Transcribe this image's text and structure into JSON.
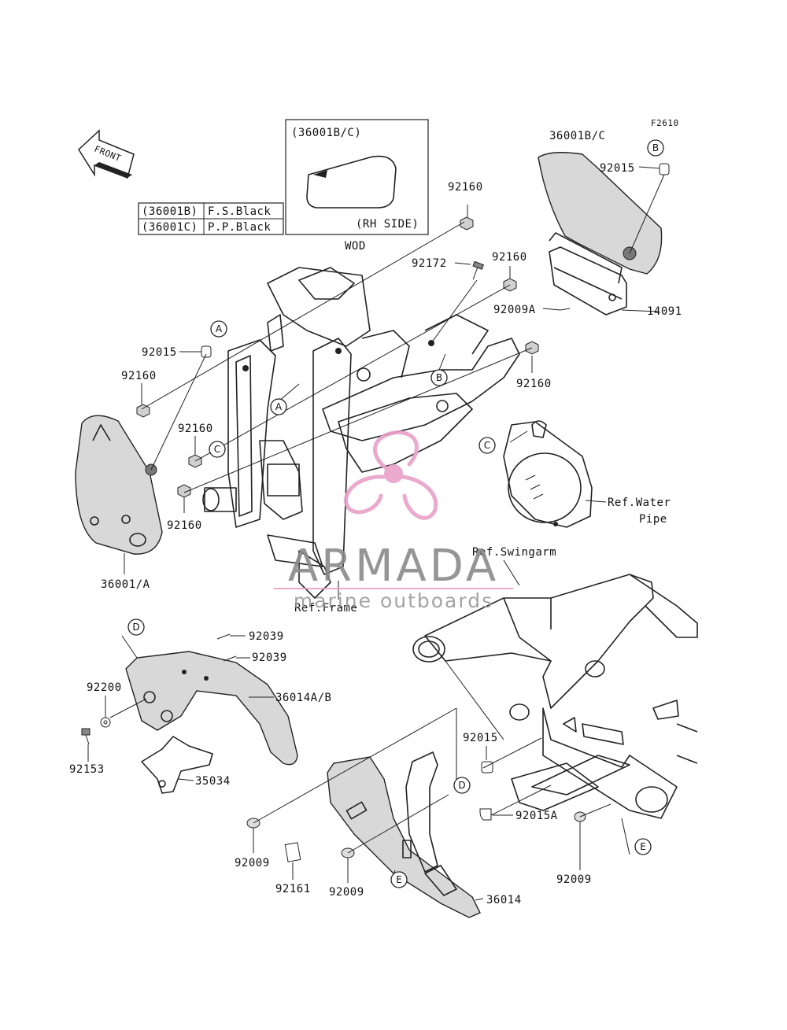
{
  "diagram_code": "F2610",
  "front_label": "FRONT",
  "inset": {
    "title": "(36001B/C)",
    "note": "(RH SIDE)"
  },
  "wod_label": "WOD",
  "color_table": [
    {
      "code": "(36001B)",
      "color": "F.S.Black"
    },
    {
      "code": "(36001C)",
      "color": "P.P.Black"
    }
  ],
  "part_labels": {
    "p36001bc": "36001B/C",
    "p92015_top": "92015",
    "p92160_a": "92160",
    "p92172": "92172",
    "p92160_b": "92160",
    "p92009a": "92009A",
    "p14091": "14091",
    "p92160_c": "92160",
    "p92015_left": "92015",
    "p92160_d": "92160",
    "p92160_e": "92160",
    "p92160_f": "92160",
    "p36001a": "36001/A",
    "ref_water_1": "Ref.Water",
    "ref_water_2": "Pipe",
    "ref_swingarm": "Ref.Swingarm",
    "ref_frame": "Ref.Frame",
    "p92039_a": "92039",
    "p92039_b": "92039",
    "p92200": "92200",
    "p36014ab": "36014A/B",
    "p92153": "92153",
    "p35034": "35034",
    "p92015_low": "92015",
    "p92015a": "92015A",
    "p92009_a": "92009",
    "p92161": "92161",
    "p92009_b": "92009",
    "p92009_c": "92009",
    "p36014": "36014"
  },
  "callouts": {
    "b_top": "B",
    "a_top": "A",
    "a_frame": "A",
    "b_frame": "B",
    "c_left": "C",
    "c_right": "C",
    "d_top": "D",
    "d_low": "D",
    "e_left": "E",
    "e_right": "E"
  },
  "watermark": {
    "brand": "ARMADA",
    "tagline": "marine outboards",
    "color": "#e8a0c8",
    "text_color": "#8a8a8a"
  }
}
